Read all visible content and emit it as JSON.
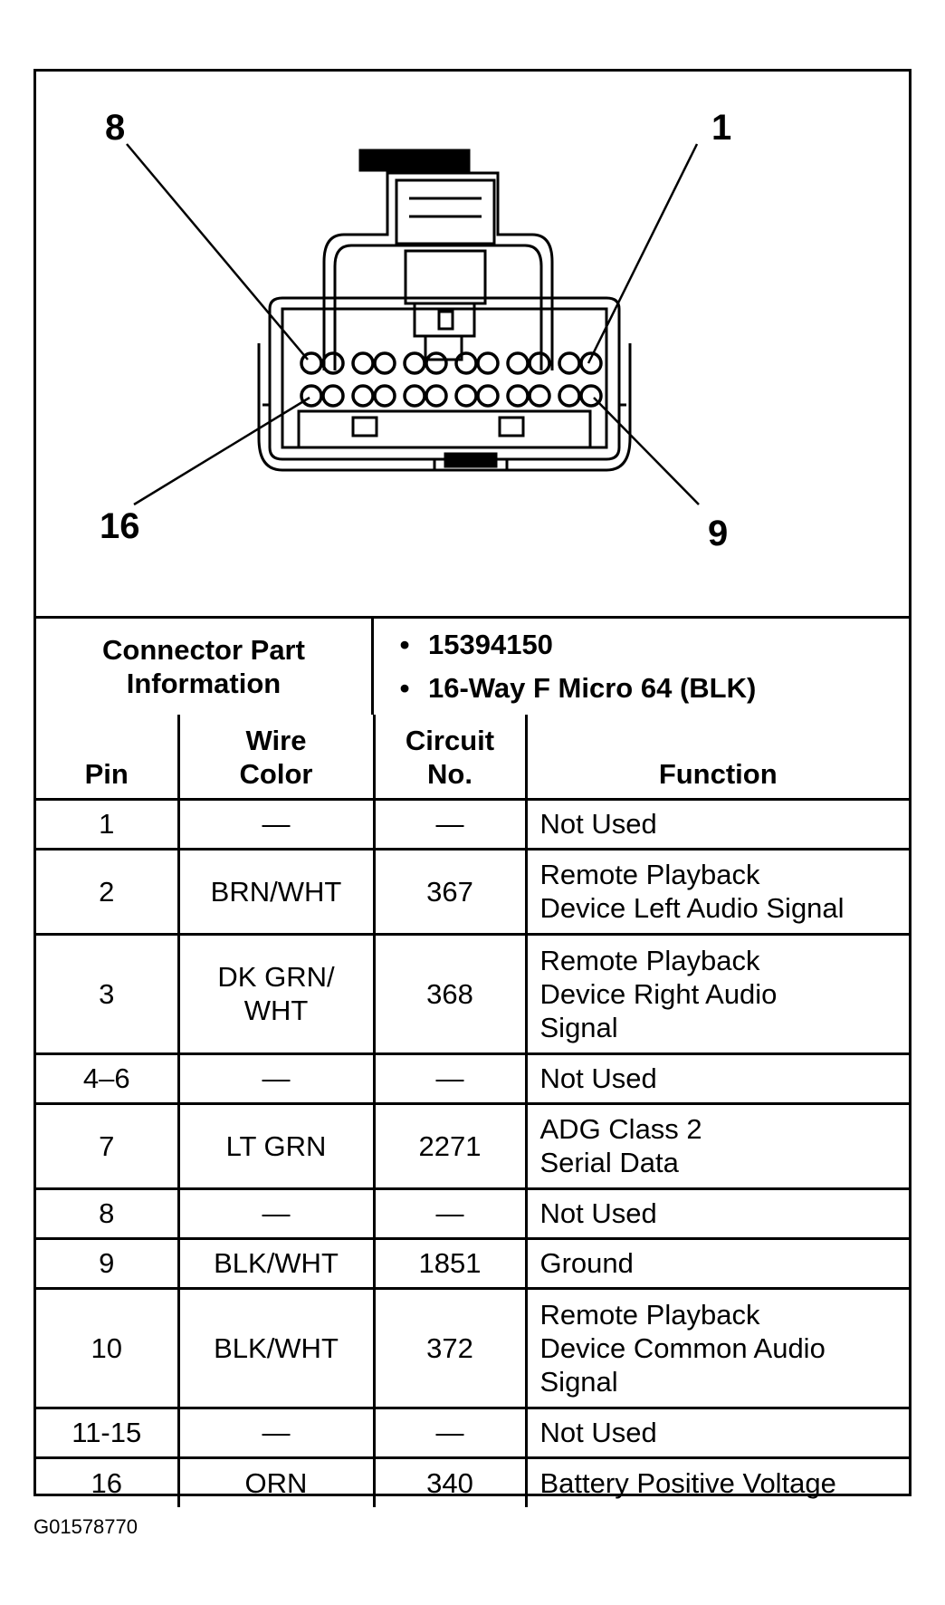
{
  "callouts": {
    "pin_1": "1",
    "pin_8": "8",
    "pin_9": "9",
    "pin_16": "16"
  },
  "connector_info": {
    "title_line1": "Connector Part",
    "title_line2": "Information",
    "items": [
      "15394150",
      "16-Way F Micro 64 (BLK)"
    ]
  },
  "table": {
    "headers": {
      "pin": "Pin",
      "wire_color": "Wire\nColor",
      "circuit": "Circuit\nNo.",
      "function": "Function"
    },
    "rows": [
      {
        "pin": "1",
        "wire": "—",
        "circuit": "—",
        "function": "Not Used"
      },
      {
        "pin": "2",
        "wire": "BRN/WHT",
        "circuit": "367",
        "function": "Remote Playback\nDevice Left Audio Signal"
      },
      {
        "pin": "3",
        "wire": "DK GRN/\nWHT",
        "circuit": "368",
        "function": "Remote Playback\nDevice Right Audio\nSignal"
      },
      {
        "pin": "4–6",
        "wire": "—",
        "circuit": "—",
        "function": "Not Used"
      },
      {
        "pin": "7",
        "wire": "LT GRN",
        "circuit": "2271",
        "function": "ADG Class 2\nSerial Data"
      },
      {
        "pin": "8",
        "wire": "—",
        "circuit": "—",
        "function": "Not Used"
      },
      {
        "pin": "9",
        "wire": "BLK/WHT",
        "circuit": "1851",
        "function": "Ground"
      },
      {
        "pin": "10",
        "wire": "BLK/WHT",
        "circuit": "372",
        "function": "Remote Playback\nDevice Common Audio\nSignal"
      },
      {
        "pin": "11-15",
        "wire": "—",
        "circuit": "—",
        "function": "Not Used"
      },
      {
        "pin": "16",
        "wire": "ORN",
        "circuit": "340",
        "function": "Battery Positive Voltage"
      }
    ]
  },
  "figure_id": "G01578770"
}
